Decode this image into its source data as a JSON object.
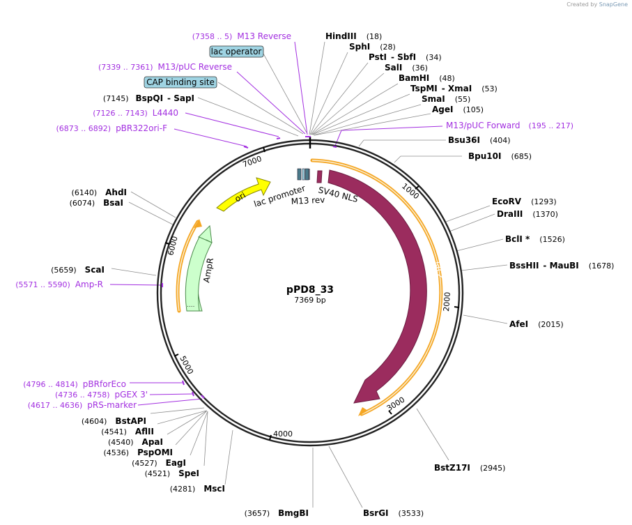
{
  "credit": {
    "prefix": "Created by",
    "brand": "SnapGene"
  },
  "plasmid": {
    "name": "pPD8_33",
    "length_label": "7369 bp",
    "length": 7369
  },
  "ticks": [
    {
      "bp": 1000,
      "label": "1000"
    },
    {
      "bp": 2000,
      "label": "2000"
    },
    {
      "bp": 3000,
      "label": "3000"
    },
    {
      "bp": 4000,
      "label": "4000"
    },
    {
      "bp": 5000,
      "label": "5000"
    },
    {
      "bp": 6000,
      "label": "6000"
    },
    {
      "bp": 7000,
      "label": "7000"
    }
  ],
  "enzymes": [
    {
      "name": "HindIII",
      "pos": "(18)"
    },
    {
      "name": "SphI",
      "pos": "(28)"
    },
    {
      "name": "PstI",
      "name2": "SbfI",
      "pos": "(34)"
    },
    {
      "name": "SalI",
      "pos": "(36)"
    },
    {
      "name": "BamHI",
      "pos": "(48)"
    },
    {
      "name": "TspMI",
      "name2": "XmaI",
      "pos": "(53)"
    },
    {
      "name": "SmaI",
      "pos": "(55)"
    },
    {
      "name": "AgeI",
      "pos": "(105)"
    },
    {
      "name": "Bsu36I",
      "pos": "(404)"
    },
    {
      "name": "Bpu10I",
      "pos": "(685)"
    },
    {
      "name": "EcoRV",
      "pos": "(1293)"
    },
    {
      "name": "DraIII",
      "pos": "(1370)"
    },
    {
      "name": "BclI *",
      "pos": "(1526)"
    },
    {
      "name": "BssHII",
      "name2": "MauBI",
      "pos": "(1678)"
    },
    {
      "name": "AfeI",
      "pos": "(2015)"
    },
    {
      "name": "BstZ17I",
      "pos": "(2945)"
    },
    {
      "name": "BsrGI",
      "pos": "(3533)"
    },
    {
      "name": "BmgBI",
      "pos": "(3657)"
    },
    {
      "name": "MscI",
      "pos": "(4281)"
    },
    {
      "name": "SpeI",
      "pos": "(4521)"
    },
    {
      "name": "EagI",
      "pos": "(4527)"
    },
    {
      "name": "PspOMI",
      "pos": "(4536)"
    },
    {
      "name": "ApaI",
      "pos": "(4540)"
    },
    {
      "name": "AflII",
      "pos": "(4541)"
    },
    {
      "name": "BstAPI",
      "pos": "(4604)"
    },
    {
      "name": "ScaI",
      "pos": "(5659)"
    },
    {
      "name": "BsaI",
      "pos": "(6074)"
    },
    {
      "name": "AhdI",
      "pos": "(6140)"
    },
    {
      "name": "BspQI",
      "name2": "SapI",
      "pos": "(7145)"
    }
  ],
  "primers": [
    {
      "name": "M13 Reverse",
      "range": "(7358 .. 5)"
    },
    {
      "name": "M13/pUC Reverse",
      "range": "(7339 .. 7361)"
    },
    {
      "name": "L4440",
      "range": "(7126 .. 7143)"
    },
    {
      "name": "pBR322ori-F",
      "range": "(6873 .. 6892)"
    },
    {
      "name": "M13/pUC Forward",
      "range": "(195 .. 217)"
    },
    {
      "name": "Amp-R",
      "range": "(5571 .. 5590)"
    },
    {
      "name": "pBRforEco",
      "range": "(4796 .. 4814)"
    },
    {
      "name": "pGEX 3'",
      "range": "(4736 .. 4758)"
    },
    {
      "name": "pRS-marker",
      "range": "(4617 .. 4636)"
    }
  ],
  "boxed_features": [
    {
      "name": "lac operator"
    },
    {
      "name": "CAP binding site"
    }
  ],
  "features": {
    "ori": "ori",
    "ampr": "AmpR",
    "lacz": "lacZ",
    "sv40": "SV40 NLS",
    "lacprom": "lac promoter",
    "m13rev": "M13 rev"
  },
  "colors": {
    "backbone": "#222222",
    "lacz": "#9b2c5e",
    "ori": "#ffff00",
    "ampr": "#ccffcc",
    "orange": "#f5a623",
    "primer": "#a22ee0",
    "feature_box": "#9fd4e3"
  }
}
